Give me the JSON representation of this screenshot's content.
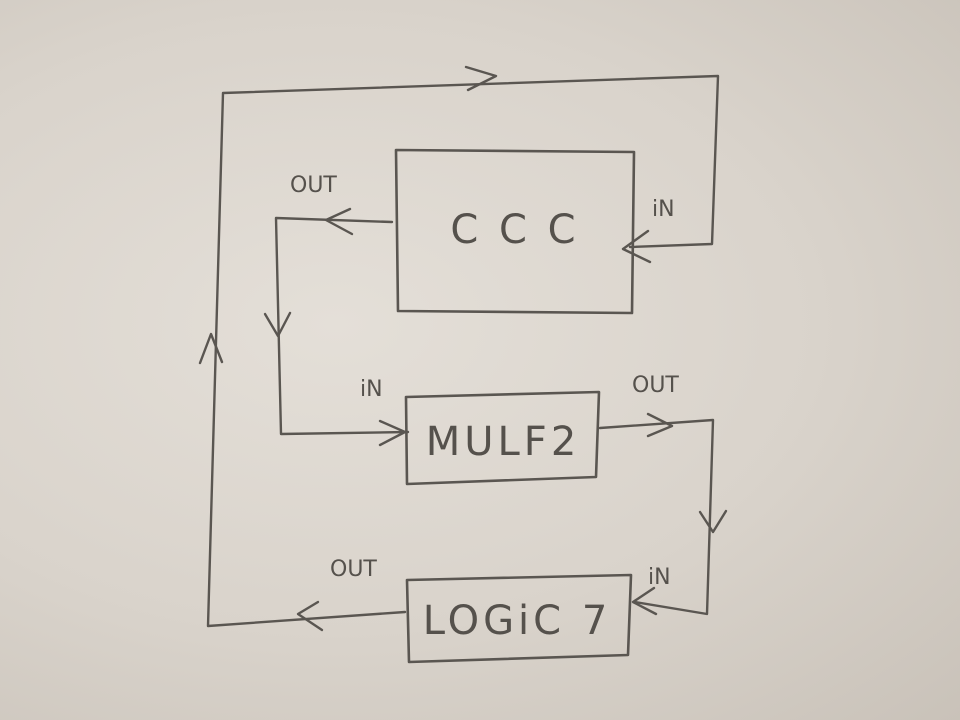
{
  "blocks": {
    "ccc": {
      "title": "C C C",
      "in_label": "iN",
      "out_label": "OUT"
    },
    "mulf2": {
      "title": "MULF2",
      "in_label": "iN",
      "out_label": "OUT"
    },
    "logic7": {
      "title": "LOGiC 7",
      "in_label": "iN",
      "out_label": "OUT"
    }
  },
  "colors": {
    "ink": "#5a5651",
    "paper": "#ddd7cf"
  }
}
